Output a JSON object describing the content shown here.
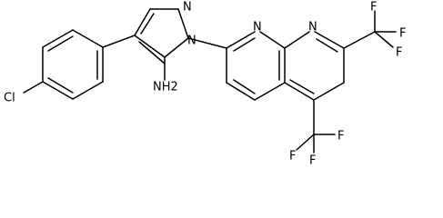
{
  "molecule": {
    "atoms": {
      "cl": "Cl",
      "nh2": "NH2",
      "n_pyrazole_1": "N",
      "n_pyrazole_2": "N",
      "n_naph_1": "N",
      "n_naph_8": "N",
      "f_top_1": "F",
      "f_top_2": "F",
      "f_top_3": "F",
      "f_bot_1": "F",
      "f_bot_2": "F",
      "f_bot_3": "F"
    }
  }
}
